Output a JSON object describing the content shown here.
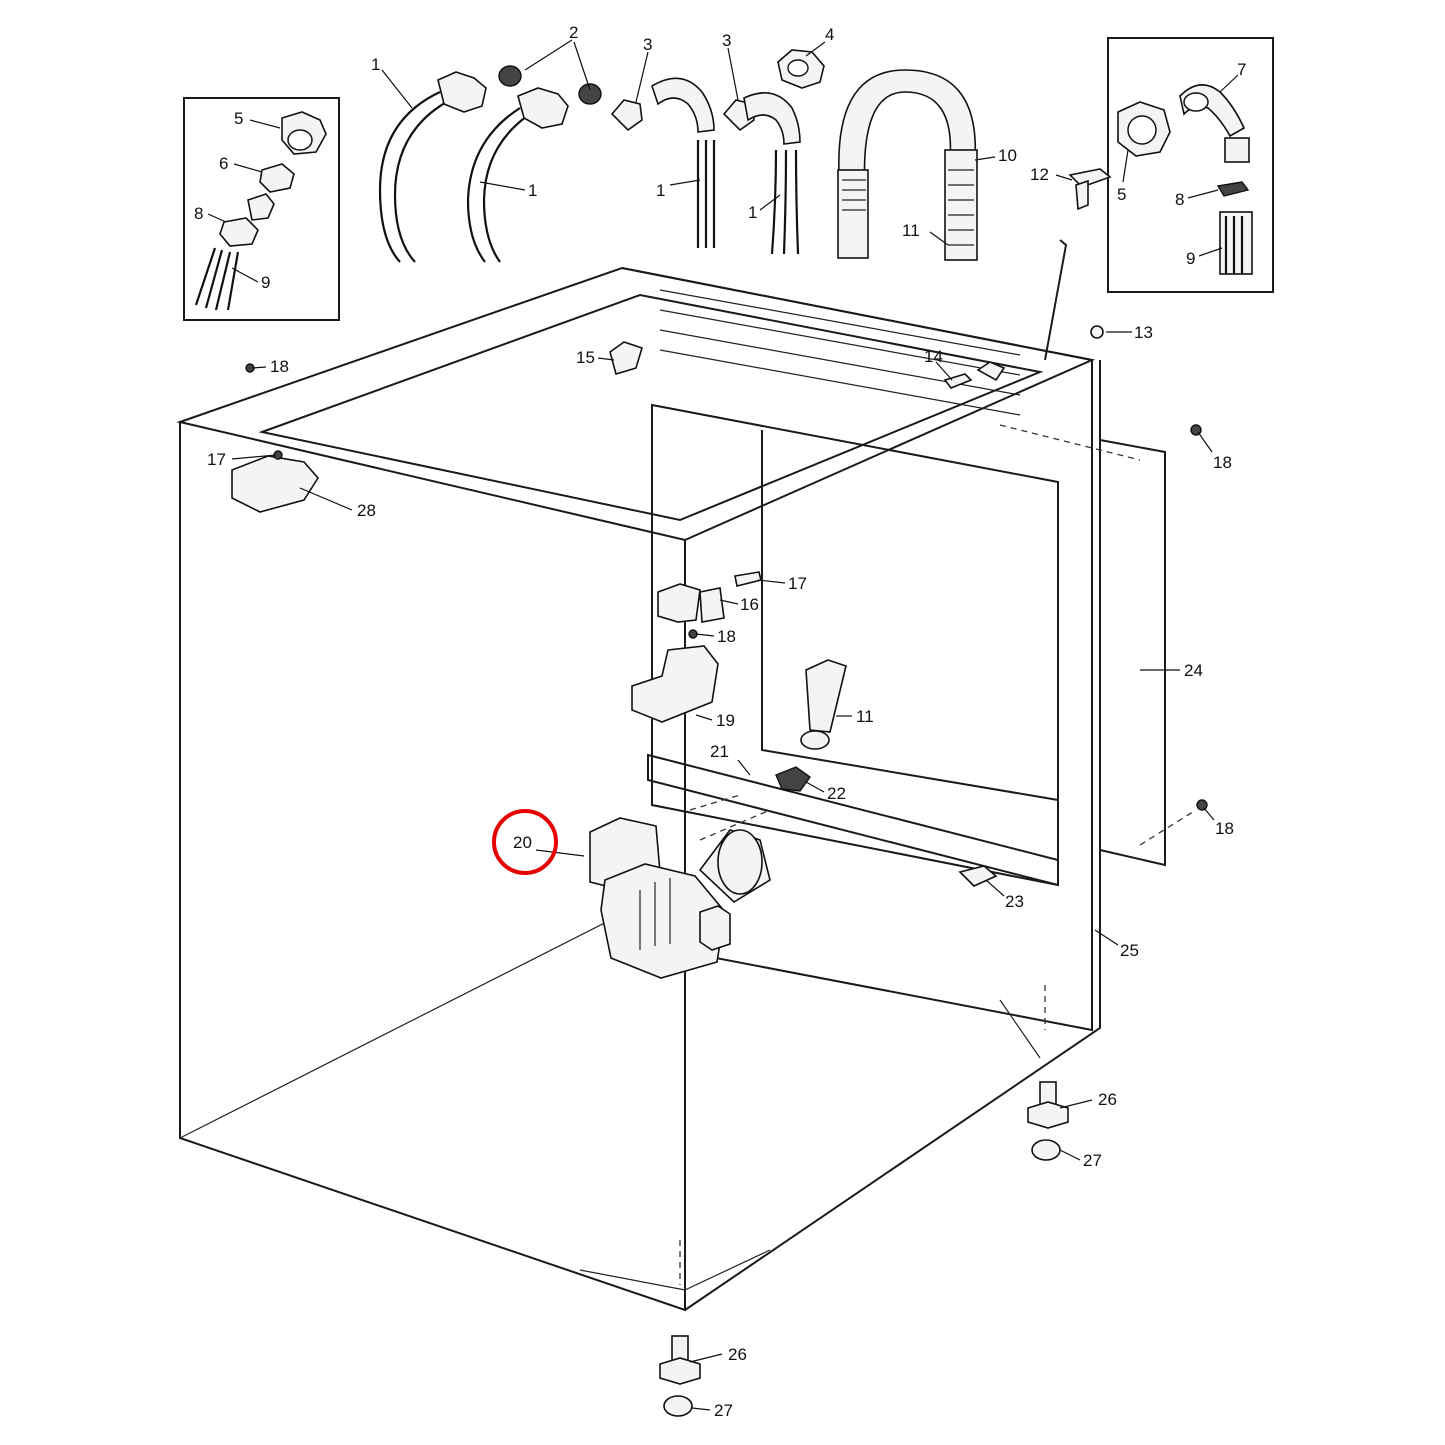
{
  "callouts": [
    {
      "id": "c1a",
      "text": "1"
    },
    {
      "id": "c1b",
      "text": "1"
    },
    {
      "id": "c1c",
      "text": "1"
    },
    {
      "id": "c1d",
      "text": "1"
    },
    {
      "id": "c2",
      "text": "2"
    },
    {
      "id": "c3a",
      "text": "3"
    },
    {
      "id": "c3b",
      "text": "3"
    },
    {
      "id": "c4",
      "text": "4"
    },
    {
      "id": "c5a",
      "text": "5"
    },
    {
      "id": "c6",
      "text": "6"
    },
    {
      "id": "c8a",
      "text": "8"
    },
    {
      "id": "c9a",
      "text": "9"
    },
    {
      "id": "c10",
      "text": "10"
    },
    {
      "id": "c11a",
      "text": "11"
    },
    {
      "id": "c12",
      "text": "12"
    },
    {
      "id": "c7",
      "text": "7"
    },
    {
      "id": "c5b",
      "text": "5"
    },
    {
      "id": "c8b",
      "text": "8"
    },
    {
      "id": "c9b",
      "text": "9"
    },
    {
      "id": "c13",
      "text": "13"
    },
    {
      "id": "c14",
      "text": "14"
    },
    {
      "id": "c15",
      "text": "15"
    },
    {
      "id": "c18a",
      "text": "18"
    },
    {
      "id": "c17a",
      "text": "17"
    },
    {
      "id": "c28",
      "text": "28"
    },
    {
      "id": "c18b",
      "text": "18"
    },
    {
      "id": "c17b",
      "text": "17"
    },
    {
      "id": "c16",
      "text": "16"
    },
    {
      "id": "c18c",
      "text": "18"
    },
    {
      "id": "c24",
      "text": "24"
    },
    {
      "id": "c19",
      "text": "19"
    },
    {
      "id": "c11b",
      "text": "11"
    },
    {
      "id": "c21",
      "text": "21"
    },
    {
      "id": "c22",
      "text": "22"
    },
    {
      "id": "c18d",
      "text": "18"
    },
    {
      "id": "c20",
      "text": "20"
    },
    {
      "id": "c23",
      "text": "23"
    },
    {
      "id": "c25",
      "text": "25"
    },
    {
      "id": "c26a",
      "text": "26"
    },
    {
      "id": "c27a",
      "text": "27"
    },
    {
      "id": "c26b",
      "text": "26"
    },
    {
      "id": "c27b",
      "text": "27"
    }
  ],
  "highlight": {
    "part": "20",
    "color": "#e60000"
  }
}
